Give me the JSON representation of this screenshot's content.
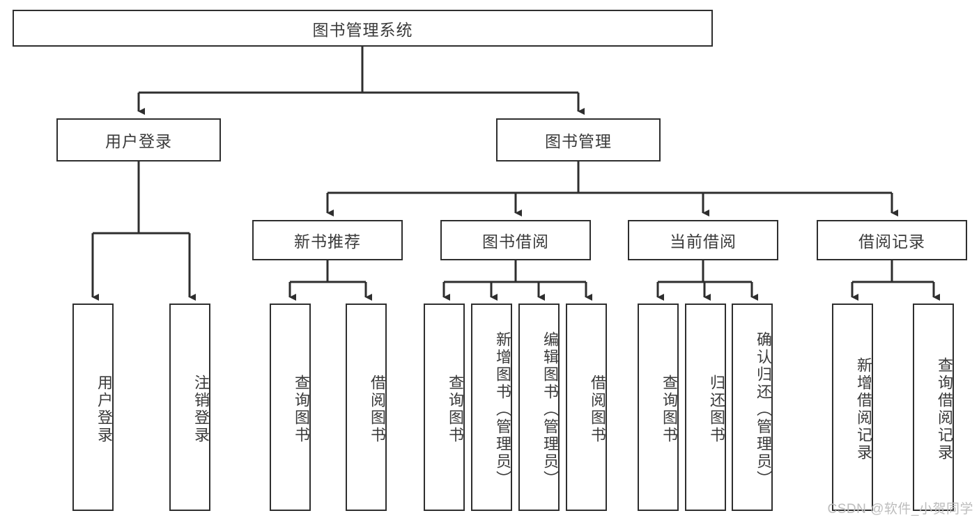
{
  "diagram": {
    "title": "图书管理系统",
    "type": "tree",
    "orientation": "top-down",
    "colors": {
      "stroke": "#2e2e2e",
      "node_fill": "#ffffff",
      "text": "#3a3a3a",
      "watermark": "#bdbdbd",
      "background": "#ffffff"
    },
    "root": {
      "label": "图书管理系统"
    },
    "level2": [
      {
        "label": "用户登录"
      },
      {
        "label": "图书管理"
      }
    ],
    "level3": [
      {
        "label": "新书推荐"
      },
      {
        "label": "图书借阅"
      },
      {
        "label": "当前借阅"
      },
      {
        "label": "借阅记录"
      }
    ],
    "leaves": {
      "user_login": [
        {
          "label": "用户登录"
        },
        {
          "label": "注销登录"
        }
      ],
      "new_book_recommend": [
        {
          "label": "查询图书"
        },
        {
          "label": "借阅图书"
        }
      ],
      "book_borrow": [
        {
          "label": "查询图书"
        },
        {
          "label": "新增图书（管理员）"
        },
        {
          "label": "编辑图书（管理员）"
        },
        {
          "label": "借阅图书"
        }
      ],
      "current_borrow": [
        {
          "label": "查询图书"
        },
        {
          "label": "归还图书"
        },
        {
          "label": "确认归还（管理员）"
        }
      ],
      "borrow_record": [
        {
          "label": "新增借阅记录"
        },
        {
          "label": "查询借阅记录"
        }
      ]
    }
  },
  "watermark": {
    "text": "CSDN @软件_小贺同学"
  }
}
